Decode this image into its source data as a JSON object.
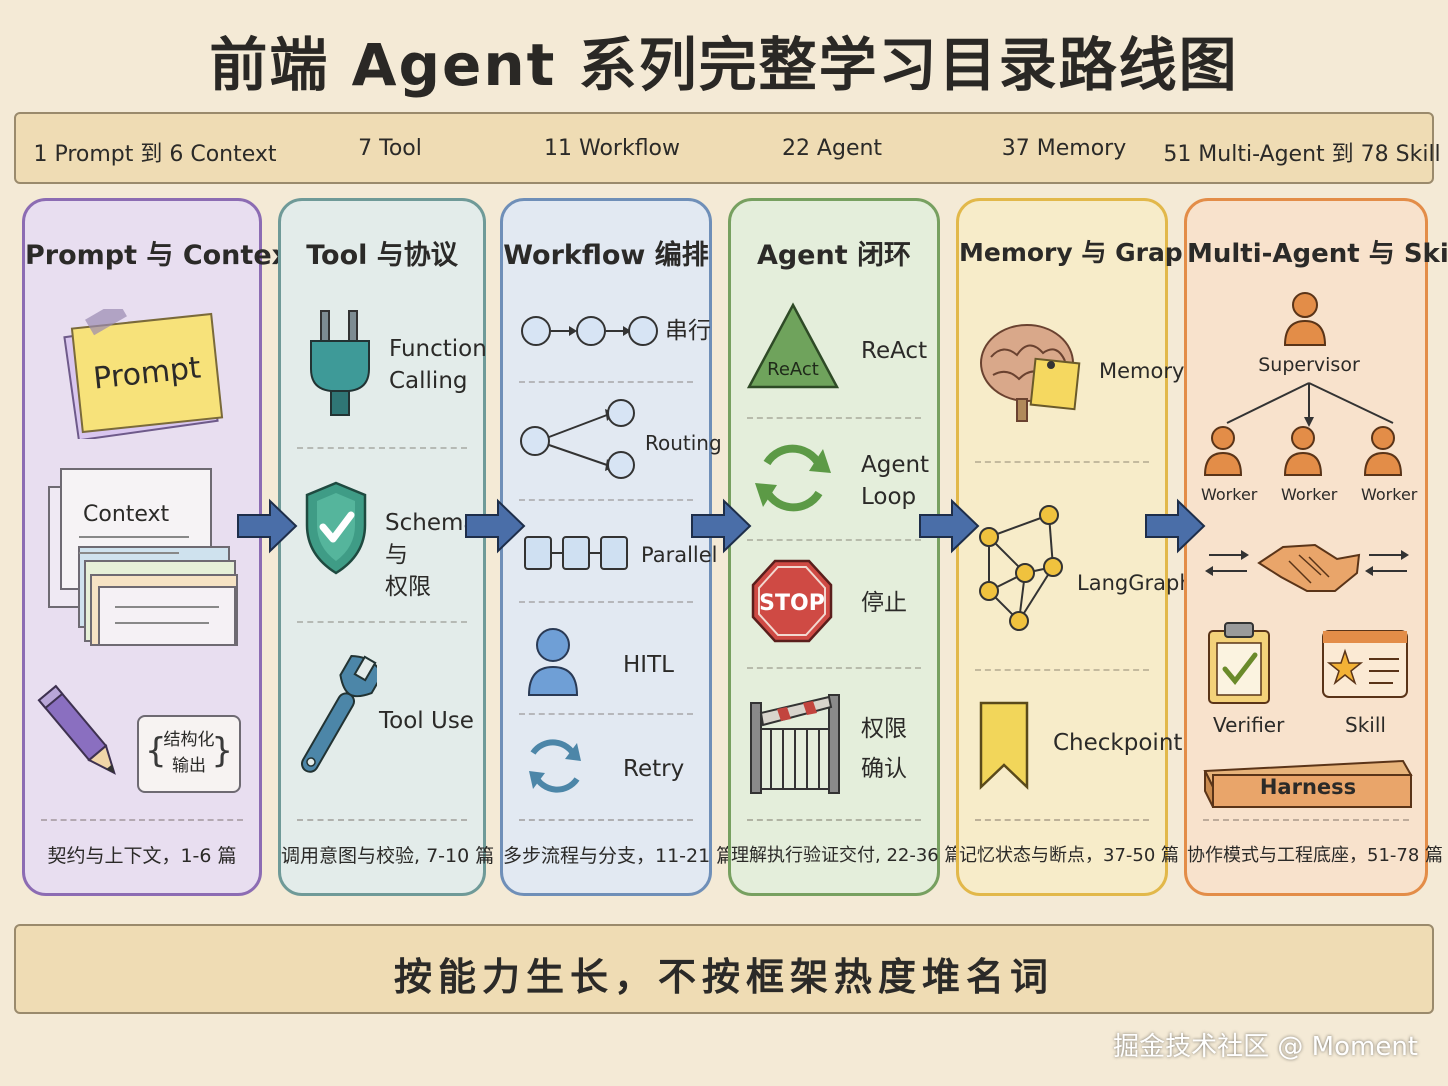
{
  "title": "前端 Agent 系列完整学习目录路线图",
  "ribbon": [
    "1 Prompt 到 6 Context",
    "7 Tool",
    "11 Workflow",
    "22 Agent",
    "37 Memory",
    "51 Multi-Agent 到 78 Skill"
  ],
  "stages": [
    {
      "title": "Prompt 与 Context",
      "footer": "契约与上下文，1-6 篇",
      "items": [
        {
          "label": "Prompt",
          "icon": "sticky-note-icon"
        },
        {
          "label": "Context",
          "icon": "stacked-documents-icon"
        },
        {
          "label": "结构化\n输出",
          "icon": "braces-icon"
        },
        {
          "icon": "pencil-icon"
        }
      ],
      "color": "#8c6cb3"
    },
    {
      "title": "Tool 与协议",
      "footer": "调用意图与校验, 7-10 篇",
      "items": [
        {
          "label": "Function\nCalling",
          "icon": "plug-icon"
        },
        {
          "label": "Schema 与\n权限",
          "icon": "shield-check-icon"
        },
        {
          "label": "Tool Use",
          "icon": "wrench-icon"
        }
      ],
      "color": "#6f9a98"
    },
    {
      "title": "Workflow 编排",
      "footer": "多步流程与分支，11-21 篇",
      "items": [
        {
          "label": "串行",
          "icon": "serial-nodes-icon"
        },
        {
          "label": "Routing",
          "icon": "routing-branch-icon"
        },
        {
          "label": "Parallel",
          "icon": "parallel-boxes-icon"
        },
        {
          "label": "HITL",
          "icon": "person-icon"
        },
        {
          "label": "Retry",
          "icon": "retry-cycle-icon"
        }
      ],
      "color": "#6f8fb8"
    },
    {
      "title": "Agent 闭环",
      "footer": "理解执行验证交付, 22-36 篇",
      "items": [
        {
          "label": "ReAct",
          "icon": "react-triangle-icon"
        },
        {
          "label": "Agent\nLoop",
          "icon": "loop-arrows-icon"
        },
        {
          "label": "停止",
          "icon": "stop-sign-icon"
        },
        {
          "label": "权限\n确认",
          "icon": "gate-icon"
        }
      ],
      "triangle_label": "ReAct",
      "stop_label": "STOP",
      "color": "#77a060"
    },
    {
      "title": "Memory 与 Graph",
      "footer": "记忆状态与断点，37-50 篇",
      "items": [
        {
          "label": "Memory",
          "icon": "brain-note-icon"
        },
        {
          "label": "LangGraph",
          "icon": "graph-network-icon"
        },
        {
          "label": "Checkpoint",
          "icon": "bookmark-icon"
        }
      ],
      "color": "#e2b84a"
    },
    {
      "title": "Multi-Agent 与 Skill",
      "footer": "协作模式与工程底座，51-78 篇",
      "items": [
        {
          "label": "Supervisor",
          "icon": "supervisor-person-icon"
        },
        {
          "label": "Worker",
          "icon": "worker-person-icon"
        },
        {
          "label": "Worker",
          "icon": "worker-person-icon"
        },
        {
          "label": "Worker",
          "icon": "worker-person-icon"
        },
        {
          "icon": "handshake-icon"
        },
        {
          "label": "Verifier",
          "icon": "clipboard-check-icon"
        },
        {
          "label": "Skill",
          "icon": "skill-card-icon"
        },
        {
          "label": "Harness",
          "icon": "harness-board-icon"
        }
      ],
      "color": "#e38d48"
    }
  ],
  "banner": "按能力生长，不按框架热度堆名词",
  "watermark": "掘金技术社区 @ Moment"
}
